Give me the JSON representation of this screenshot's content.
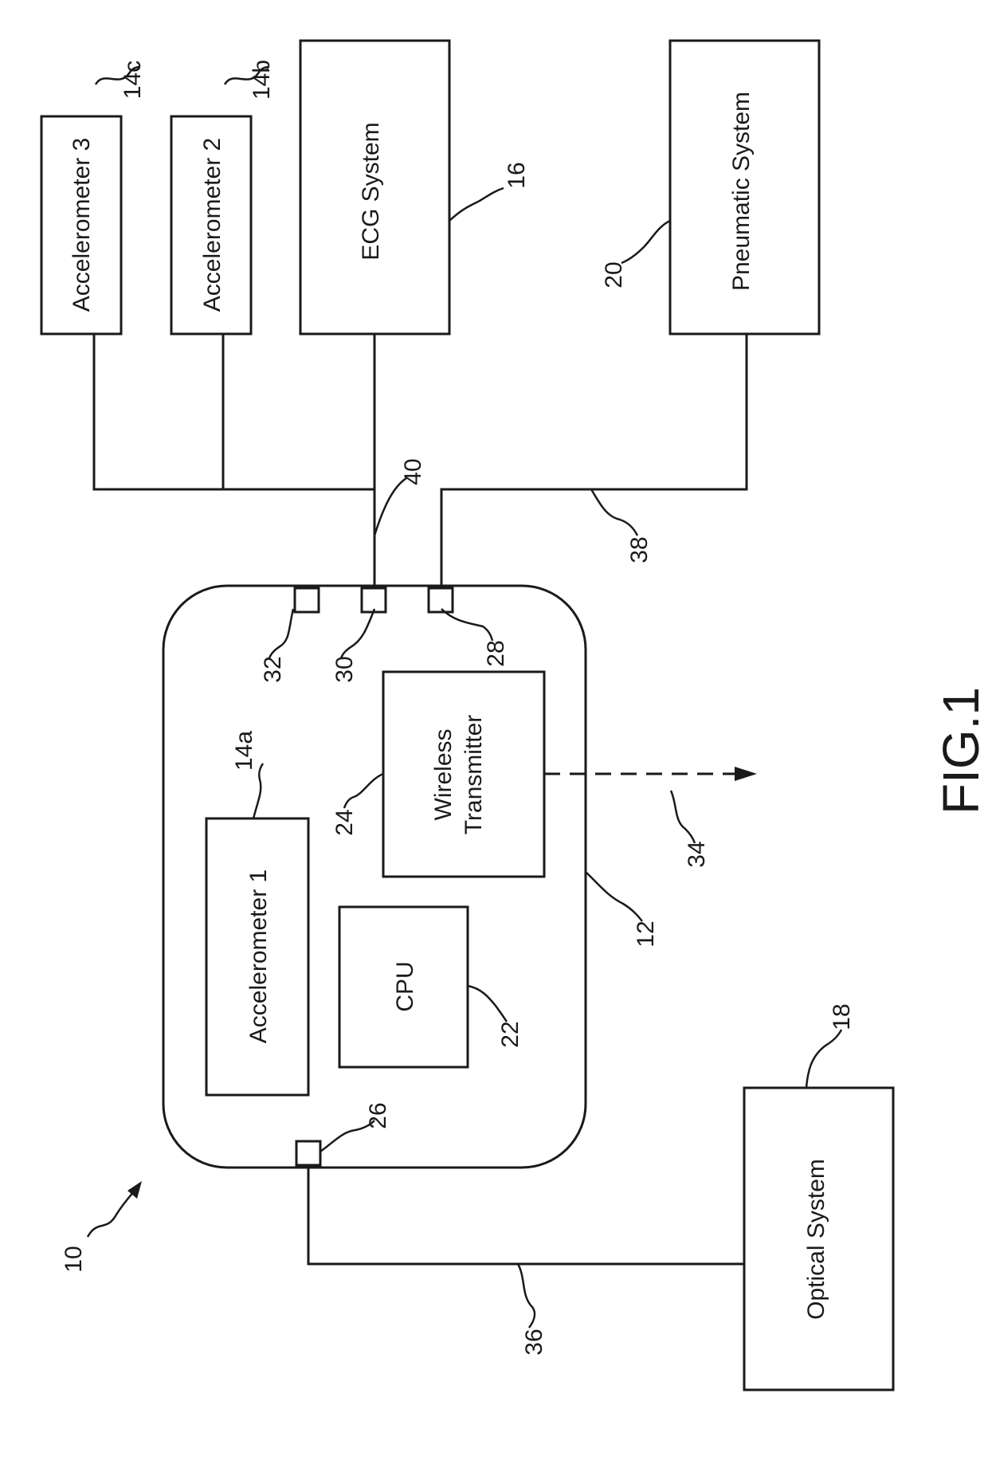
{
  "figure": {
    "title": "FIG.1"
  },
  "refs": {
    "system": "10",
    "device": "12",
    "acc1": "14a",
    "acc2": "14b",
    "acc3": "14c",
    "ecg": "16",
    "optical": "18",
    "pneumatic": "20",
    "cpu": "22",
    "transmitter": "24",
    "port_optical": "26",
    "port_28": "28",
    "port_30": "30",
    "port_32": "32",
    "wireless_signal": "34",
    "optical_line": "36",
    "pneumatic_line": "38",
    "bus_line": "40"
  },
  "blocks": {
    "acc1": "Accelerometer  1",
    "acc2": "Accelerometer  2",
    "acc3": "Accelerometer  3",
    "ecg": "ECG  System",
    "pneumatic": "Pneumatic  System",
    "optical": "Optical  System",
    "cpu": "CPU",
    "transmitter_line1": "Wireless",
    "transmitter_line2": "Transmitter"
  }
}
